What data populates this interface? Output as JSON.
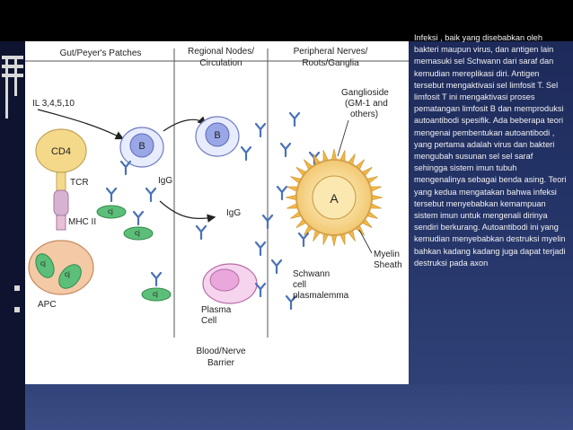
{
  "figure": {
    "headers": {
      "gut": "Gut/Peyer's Patches",
      "regional_line1": "Regional Nodes/",
      "regional_line2": "Circulation",
      "peripheral_line1": "Peripheral Nerves/",
      "peripheral_line2": "Roots/Ganglia"
    },
    "labels": {
      "il": "IL 3,4,5,10",
      "cd4": "CD4",
      "tcr": "TCR",
      "mhc": "MHC II",
      "apc": "APC",
      "cj": "cj",
      "b": "B",
      "igg": "IgG",
      "plasma_line1": "Plasma",
      "plasma_line2": "Cell",
      "ganglioside_line1": "Ganglioside",
      "ganglioside_line2": "(GM-1 and",
      "ganglioside_line3": "others)",
      "axon": "A",
      "myelin_line1": "Myelin",
      "myelin_line2": "Sheath",
      "schwann_line1": "Schwann",
      "schwann_line2": "cell",
      "schwann_line3": "plasmalemma",
      "barrier_line1": "Blood/Nerve",
      "barrier_line2": "Barrier"
    }
  },
  "text_panel": {
    "body": "Infeksi , baik yang disebabkan oleh bakteri maupun virus, dan antigen lain memasuki sel Schwann dari saraf dan kemudian mereplikasi diri. Antigen tersebut mengaktivasi sel limfosit T. Sel limfosit T ini mengaktivasi proses pematangan limfosit B dan memproduksi autoantibodi spesifik. Ada beberapa teori mengenai pembentukan autoantibodi , yang pertama adalah virus dan bakteri mengubah susunan sel sel saraf sehingga sistem imun tubuh mengenalinya sebagai benda asing. Teori yang kedua mengatakan bahwa infeksi tersebut menyebabkan kemampuan sistem imun untuk mengenali dirinya sendiri berkurang. Autoantibodi ini yang kemudian menyebabkan destruksi myelin bahkan kadang kadang juga dapat terjadi destruksi pada axon"
  },
  "colors": {
    "background": "#27376b",
    "cd4_cell": "#f4d98a",
    "b_cell": "#9aa7e6",
    "plasma_cell": "#e9a7dc",
    "apc": "#f3c9a6",
    "cj_oval": "#5cbf79",
    "axon": "#f2d58a",
    "antibody": "#4a73b6"
  }
}
